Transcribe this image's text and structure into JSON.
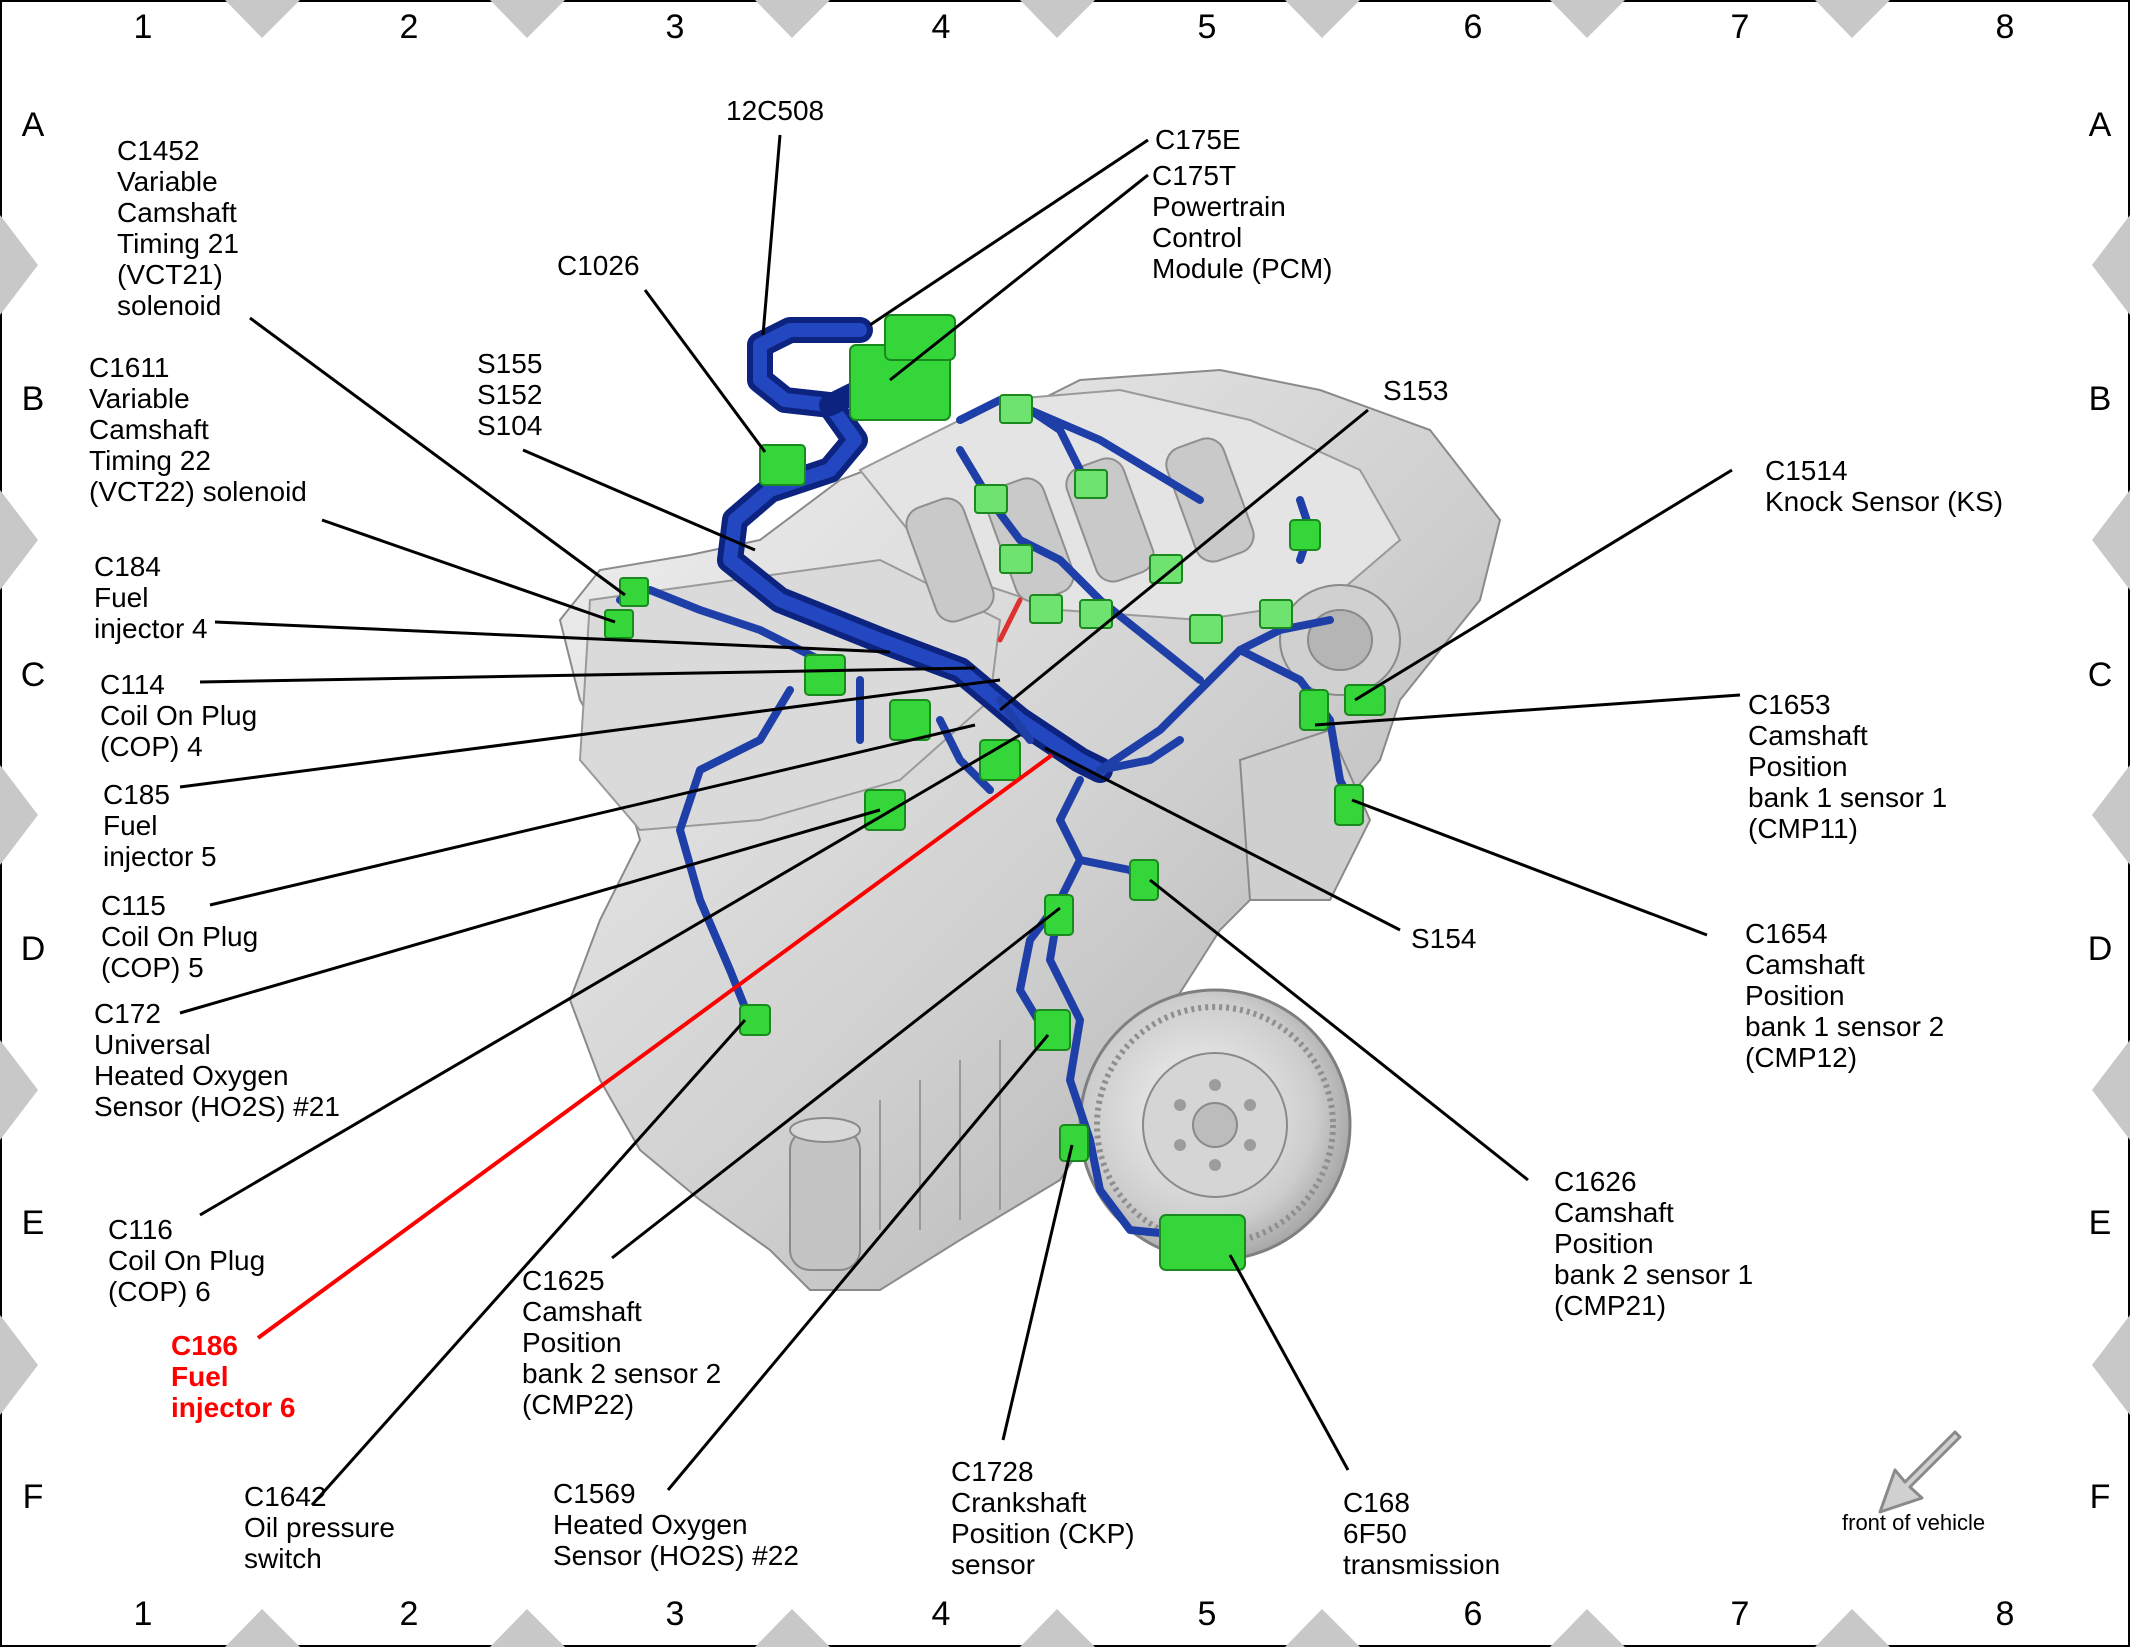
{
  "grid": {
    "columns": [
      "1",
      "2",
      "3",
      "4",
      "5",
      "6",
      "7",
      "8"
    ],
    "rows": [
      "A",
      "B",
      "C",
      "D",
      "E",
      "F"
    ]
  },
  "callouts": {
    "c12c508": "12C508",
    "c175e": "C175E",
    "c175t": "C175T\nPowertrain\nControl\nModule (PCM)",
    "c1452": "C1452\nVariable\nCamshaft\nTiming 21\n(VCT21)\nsolenoid",
    "c1026": "C1026",
    "s155": "S155\nS152\nS104",
    "c1611": "C1611\nVariable\nCamshaft\nTiming 22\n(VCT22) solenoid",
    "s153": "S153",
    "c1514": "C1514\nKnock Sensor (KS)",
    "c184": "C184\nFuel\ninjector 4",
    "c114": "C114\nCoil On Plug\n(COP) 4",
    "c1653": "C1653\nCamshaft\nPosition\nbank 1 sensor 1\n(CMP11)",
    "c185": "C185\nFuel\ninjector 5",
    "c115": "C115\nCoil On Plug\n(COP) 5",
    "s154": "S154",
    "c1654": "C1654\nCamshaft\nPosition\nbank 1 sensor 2\n(CMP12)",
    "c172": "C172\nUniversal\nHeated Oxygen\nSensor (HO2S) #21",
    "c1626": "C1626\nCamshaft\nPosition\nbank 2 sensor 1\n(CMP21)",
    "c116": "C116\nCoil On Plug\n(COP) 6",
    "c1625": "C1625\nCamshaft\nPosition\nbank 2 sensor 2\n(CMP22)",
    "c186": "C186\nFuel\ninjector 6",
    "c1642": "C1642\nOil pressure\nswitch",
    "c1569": "C1569\nHeated Oxygen\nSensor (HO2S) #22",
    "c1728": "C1728\nCrankshaft\nPosition (CKP)\nsensor",
    "c168": "C168\n6F50\ntransmission",
    "front": "front of vehicle"
  },
  "colors": {
    "harness": "#1f3fa8",
    "harness_dark": "#0d2380",
    "connector": "#35d63a",
    "leader": "#000000",
    "highlight": "#ff0000",
    "engine_body": "#d4d4d4",
    "border_triangle": "#c8c8c8"
  },
  "icons": {
    "front_arrow": "down-left-arrow-icon"
  }
}
